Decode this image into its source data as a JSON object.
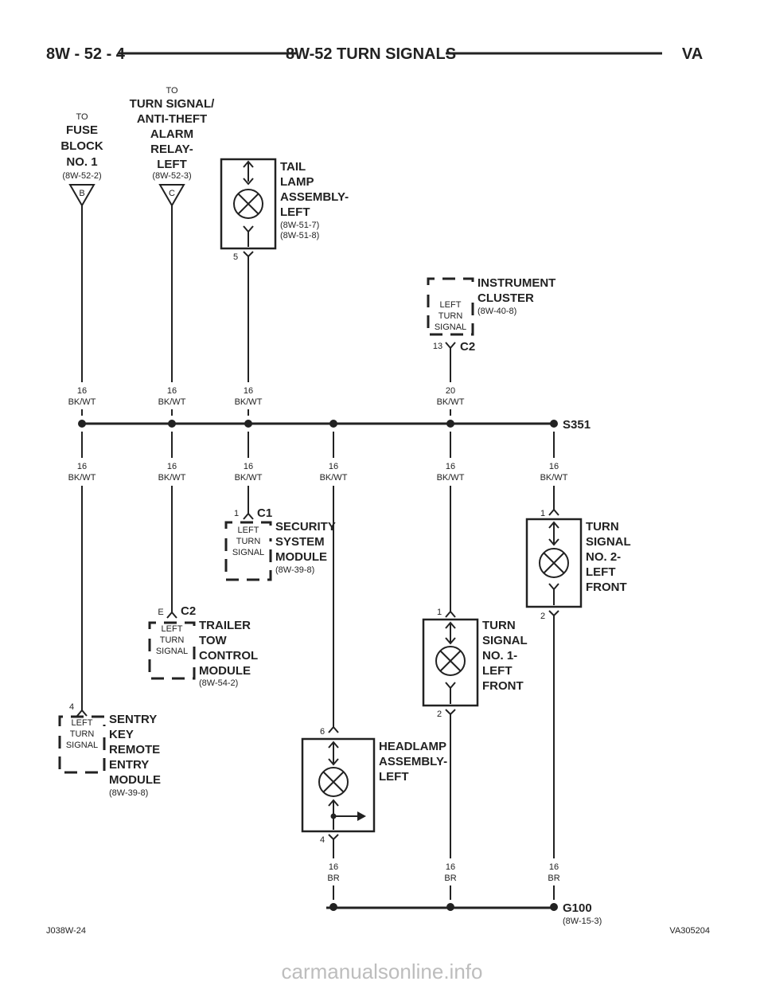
{
  "header": {
    "page_number": "8W - 52 - 4",
    "title": "8W-52 TURN SIGNALS",
    "brand": "VA"
  },
  "to_fuse_block": {
    "to": "TO",
    "lines": [
      "FUSE",
      "BLOCK",
      "NO. 1"
    ],
    "ref": "(8W-52-2)",
    "pin": "B"
  },
  "to_relay": {
    "to": "TO",
    "lines": [
      "TURN SIGNAL/",
      "ANTI-THEFT",
      "ALARM",
      "RELAY-",
      "LEFT"
    ],
    "ref": "(8W-52-3)",
    "pin": "C"
  },
  "tail_lamp": {
    "lines": [
      "TAIL",
      "LAMP",
      "ASSEMBLY-",
      "LEFT"
    ],
    "refs": [
      "(8W-51-7)",
      "(8W-51-8)"
    ],
    "pin": "5"
  },
  "instrument_cluster": {
    "lines": [
      "INSTRUMENT",
      "CLUSTER"
    ],
    "ref": "(8W-40-8)",
    "inner": [
      "LEFT",
      "TURN",
      "SIGNAL"
    ],
    "pin": "13",
    "connector": "C2"
  },
  "wires_top": [
    {
      "gauge": "16",
      "color": "BK/WT"
    },
    {
      "gauge": "16",
      "color": "BK/WT"
    },
    {
      "gauge": "16",
      "color": "BK/WT"
    },
    {
      "gauge": "20",
      "color": "BK/WT"
    }
  ],
  "splice": {
    "label": "S351"
  },
  "wires_bottom": [
    {
      "gauge": "16",
      "color": "BK/WT"
    },
    {
      "gauge": "16",
      "color": "BK/WT"
    },
    {
      "gauge": "16",
      "color": "BK/WT"
    },
    {
      "gauge": "16",
      "color": "BK/WT"
    },
    {
      "gauge": "16",
      "color": "BK/WT"
    },
    {
      "gauge": "16",
      "color": "BK/WT"
    }
  ],
  "security_module": {
    "lines": [
      "SECURITY",
      "SYSTEM",
      "MODULE"
    ],
    "ref": "(8W-39-8)",
    "inner": [
      "LEFT",
      "TURN",
      "SIGNAL"
    ],
    "pin": "1",
    "connector": "C1"
  },
  "trailer_module": {
    "lines": [
      "TRAILER",
      "TOW",
      "CONTROL",
      "MODULE"
    ],
    "ref": "(8W-54-2)",
    "inner": [
      "LEFT",
      "TURN",
      "SIGNAL"
    ],
    "pin": "E",
    "connector": "C2"
  },
  "sentry_module": {
    "lines": [
      "SENTRY",
      "KEY",
      "REMOTE",
      "ENTRY",
      "MODULE"
    ],
    "ref": "(8W-39-8)",
    "inner": [
      "LEFT",
      "TURN",
      "SIGNAL"
    ],
    "pin": "4"
  },
  "turn_signal_2": {
    "lines": [
      "TURN",
      "SIGNAL",
      "NO. 2-",
      "LEFT",
      "FRONT"
    ],
    "pin_top": "1",
    "pin_bottom": "2"
  },
  "turn_signal_1": {
    "lines": [
      "TURN",
      "SIGNAL",
      "NO. 1-",
      "LEFT",
      "FRONT"
    ],
    "pin_top": "1",
    "pin_bottom": "2"
  },
  "headlamp": {
    "lines": [
      "HEADLAMP",
      "ASSEMBLY-",
      "LEFT"
    ],
    "pin_top": "6",
    "pin_bottom": "4"
  },
  "ground_wires": [
    {
      "gauge": "16",
      "color": "BR"
    },
    {
      "gauge": "16",
      "color": "BR"
    },
    {
      "gauge": "16",
      "color": "BR"
    }
  ],
  "ground": {
    "label": "G100",
    "ref": "(8W-15-3)"
  },
  "footer": {
    "left": "J038W-24",
    "right": "VA305204"
  },
  "watermark": "carmanualsonline.info"
}
